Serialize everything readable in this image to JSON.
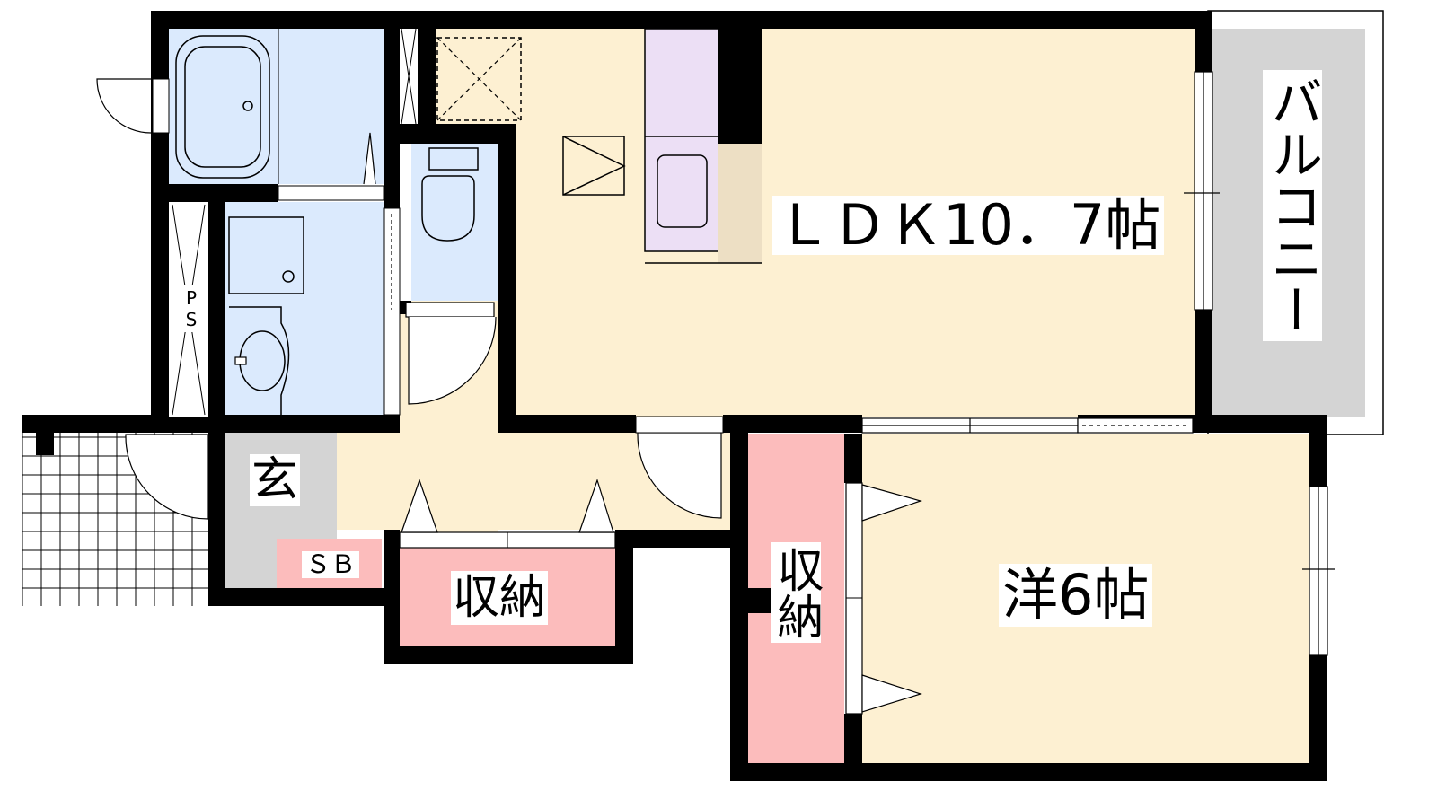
{
  "title": "Floor plan",
  "rooms": {
    "ldk": "ＬＤＫ10．7帖",
    "western": "洋6帖",
    "balcony": "バルコニー",
    "storage_hall": "収納",
    "storage_room": "収納",
    "entrance": "玄",
    "shoe_box": "ＳＢ",
    "pipe_space": "PS"
  },
  "colors": {
    "living": "#fdf0d2",
    "wet": "#dbeafd",
    "storage": "#fcbcbc",
    "kitchen": "#ecdff5",
    "counter": "#eddfc4",
    "balcony": "#d4d4d4",
    "wall": "#000000"
  }
}
